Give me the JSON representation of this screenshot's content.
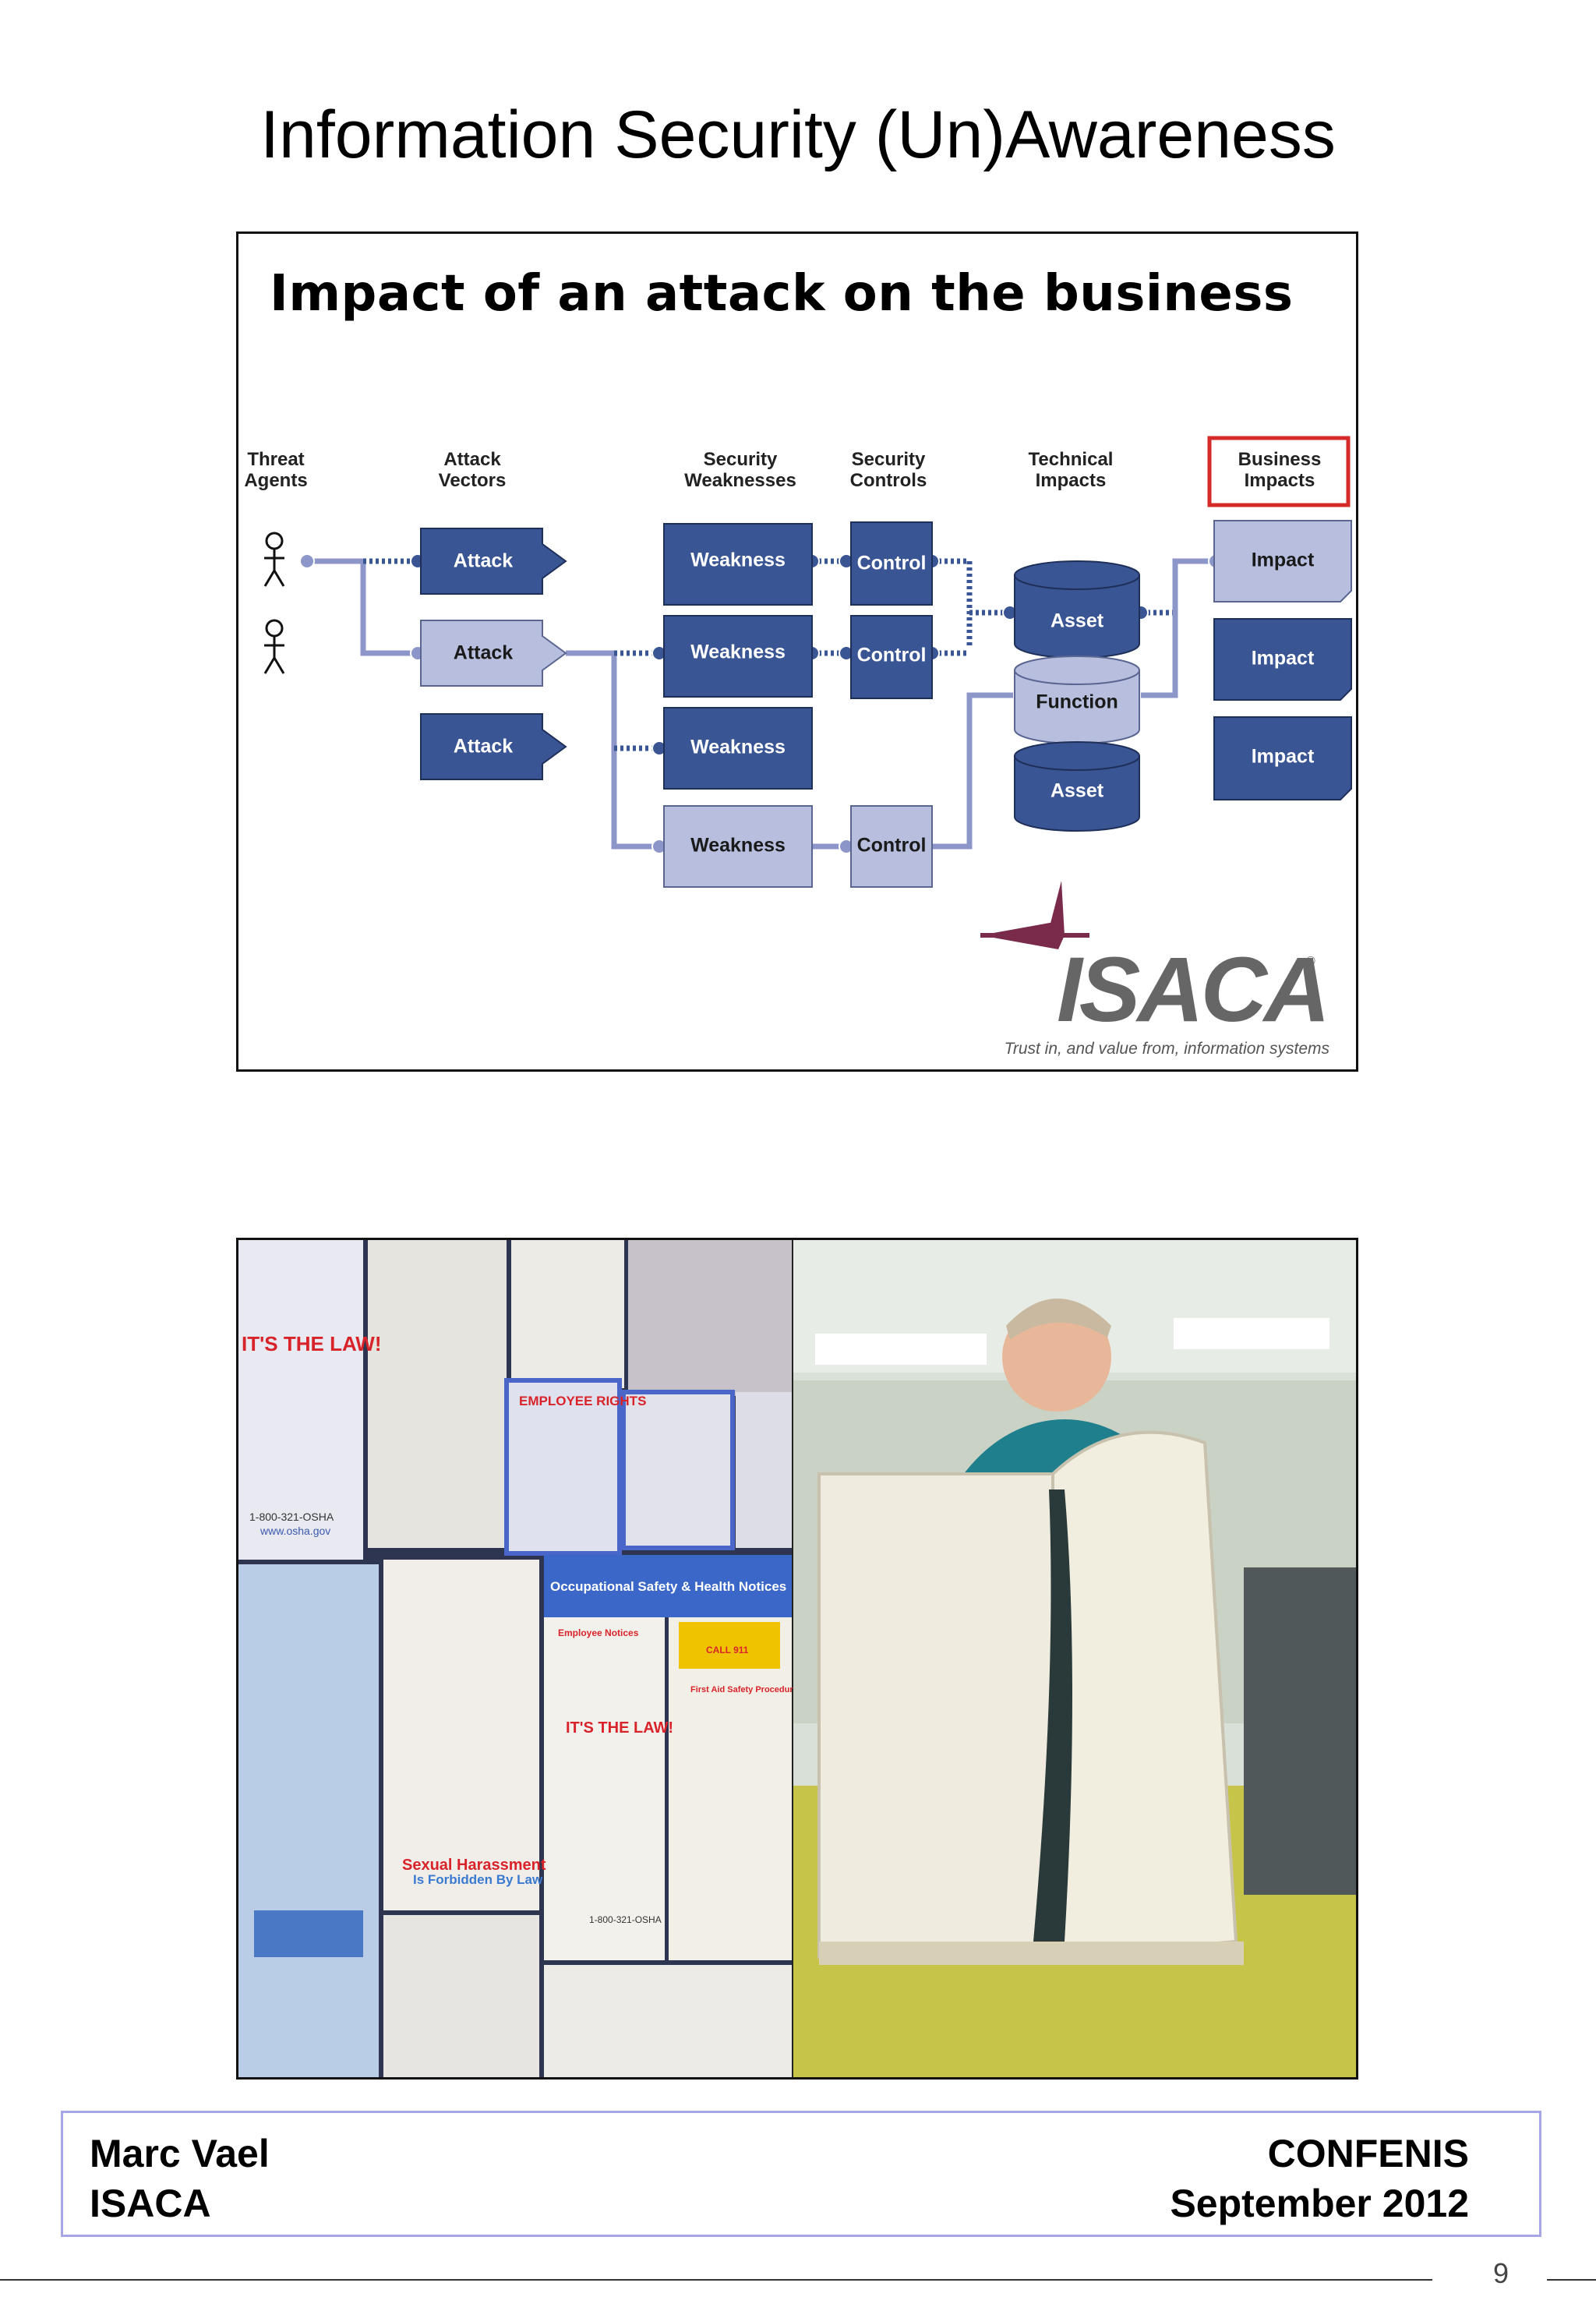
{
  "slide": {
    "title": "Information Security (Un)Awareness",
    "page_number": "9"
  },
  "diagram": {
    "heading": "Impact of an attack on the business",
    "columns": {
      "threat_agents": [
        "Threat",
        "Agents"
      ],
      "attack_vectors": [
        "Attack",
        "Vectors"
      ],
      "security_weaknesses": [
        "Security",
        "Weaknesses"
      ],
      "security_controls": [
        "Security",
        "Controls"
      ],
      "technical_impacts": [
        "Technical",
        "Impacts"
      ],
      "business_impacts": [
        "Business",
        "Impacts"
      ]
    },
    "attacks": [
      "Attack",
      "Attack",
      "Attack"
    ],
    "weaknesses": [
      "Weakness",
      "Weakness",
      "Weakness",
      "Weakness"
    ],
    "controls": [
      "Control",
      "Control",
      "Control"
    ],
    "technical": {
      "asset_top": "Asset",
      "function": "Function",
      "asset_bottom": "Asset"
    },
    "impacts": [
      "Impact",
      "Impact",
      "Impact"
    ],
    "logo": {
      "name": "ISACA",
      "tagline": "Trust in, and value from, information systems"
    },
    "colors": {
      "dark_box": "#3a5594",
      "light_box": "#b7bede",
      "connector": "#8c96c8",
      "highlight": "#d62a2a",
      "logo_gray": "#666666",
      "logo_cross": "#7a2a4a"
    }
  },
  "photos": [
    {
      "name": "compliance-posters-wall",
      "poster_texts": [
        "IT'S THE LAW!",
        "EMPLOYEE RIGHTS",
        "1-800-321-OSHA",
        "www.osha.gov",
        "Occupational Safety & Health Notices",
        "Employee Notices",
        "IT'S THE LAW!",
        "Sexual Harassment",
        "Is Forbidden By Law",
        "1-800-321-OSHA",
        "CALL 911",
        "First Aid Safety Procedures"
      ]
    },
    {
      "name": "man-reading-huge-book"
    }
  ],
  "footer": {
    "left_line1": "Marc Vael",
    "left_line2": "ISACA",
    "right_line1": "CONFENIS",
    "right_line2": "September 2012"
  }
}
